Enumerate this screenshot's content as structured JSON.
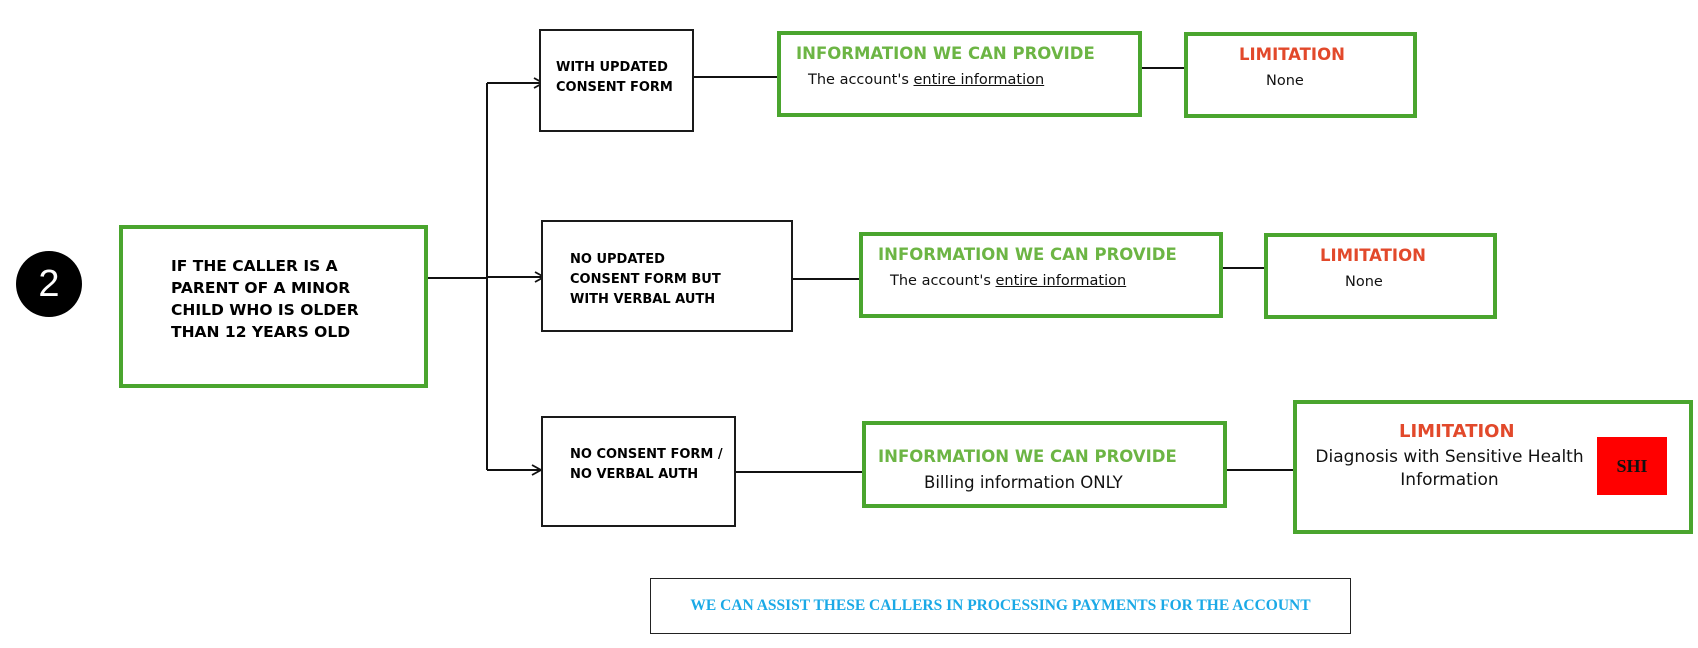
{
  "step": {
    "number": "2"
  },
  "main_box": {
    "text": "IF THE CALLER IS A PARENT OF A MINOR CHILD WHO IS OLDER THAN 12 YEARS OLD"
  },
  "branches": [
    {
      "condition": "WITH UPDATED CONSENT FORM",
      "info_title": "INFORMATION WE CAN PROVIDE",
      "info_prefix": "The account's",
      "info_underlined": "entire information",
      "limitation_title": "LIMITATION",
      "limitation_text": "None"
    },
    {
      "condition": "NO UPDATED CONSENT FORM BUT WITH VERBAL AUTH",
      "info_title": "INFORMATION WE CAN PROVIDE",
      "info_prefix": "The account's",
      "info_underlined": "entire information",
      "limitation_title": "LIMITATION",
      "limitation_text": "None"
    },
    {
      "condition": "NO CONSENT FORM / NO VERBAL AUTH",
      "info_title": "INFORMATION WE CAN PROVIDE",
      "info_text": "Billing information ONLY",
      "limitation_title": "LIMITATION",
      "limitation_text": "Diagnosis with Sensitive Health Information",
      "badge": "SHI"
    }
  ],
  "footer": {
    "text": "WE CAN ASSIST THESE CALLERS IN PROCESSING PAYMENTS FOR THE ACCOUNT"
  },
  "colors": {
    "green_border": "#4aa52e",
    "info_title": "#6cb544",
    "limitation_title": "#e2492b",
    "badge_red": "#ff0000",
    "footer_text": "#1ba9e6"
  }
}
